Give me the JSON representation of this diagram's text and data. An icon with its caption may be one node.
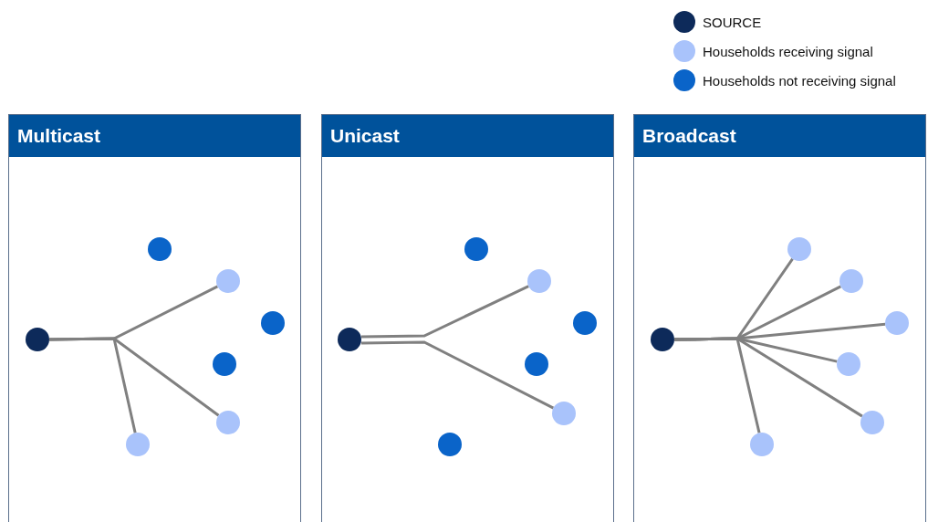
{
  "diagram": {
    "nodes": [
      {
        "text": [
          "Multicast"
        ]
      },
      {
        "text": [],
        "shape": "circle",
        "in": 0
      },
      {
        "text": [],
        "shape": "circle",
        "in": 0
      },
      {
        "text": [],
        "shape": "circle",
        "in": 0
      },
      {
        "text": [],
        "shape": "circle",
        "in": 0
      },
      {
        "text": [],
        "shape": "circle",
        "in": 0
      },
      {
        "text": [],
        "shape": "circle",
        "in": 0
      },
      {
        "text": [],
        "shape": "circle",
        "in": 0
      },
      {
        "text": [
          "Unicast"
        ]
      },
      {
        "text": [],
        "shape": "circle",
        "in": 8
      },
      {
        "text": [],
        "shape": "circle",
        "in": 8
      },
      {
        "text": [],
        "shape": "circle",
        "in": 8
      },
      {
        "text": [],
        "shape": "circle",
        "in": 8
      },
      {
        "text": [],
        "shape": "circle",
        "in": 8
      },
      {
        "text": [],
        "shape": "circle",
        "in": 8
      },
      {
        "text": [],
        "shape": "circle",
        "in": 8
      },
      {
        "text": [
          "Broadcast"
        ]
      },
      {
        "text": [],
        "shape": "circle",
        "in": 16
      },
      {
        "text": [],
        "shape": "circle",
        "in": 16
      },
      {
        "text": [],
        "shape": "circle",
        "in": 16
      },
      {
        "text": [],
        "shape": "circle",
        "in": 16
      },
      {
        "text": [],
        "shape": "circle",
        "in": 16
      },
      {
        "text": [],
        "shape": "circle",
        "in": 16
      },
      {
        "text": [],
        "shape": "circle",
        "in": 16
      }
    ],
    "edges": [
      {
        "from": 1,
        "to": 3,
        "arrow": "none"
      },
      {
        "from": 1,
        "to": 6,
        "arrow": "none"
      },
      {
        "from": 1,
        "to": 7,
        "arrow": "none"
      },
      {
        "from": 9,
        "to": 11,
        "arrow": "none"
      },
      {
        "from": 9,
        "to": 14,
        "arrow": "none"
      },
      {
        "from": 17,
        "to": 18,
        "arrow": "none"
      },
      {
        "from": 17,
        "to": 19,
        "arrow": "none"
      },
      {
        "from": 17,
        "to": 20,
        "arrow": "none"
      },
      {
        "from": 17,
        "to": 21,
        "arrow": "none"
      },
      {
        "from": 17,
        "to": 22,
        "arrow": "none"
      },
      {
        "from": 17,
        "to": 23,
        "arrow": "none"
      }
    ],
    "legend": [
      {
        "text": "SOURCE",
        "color": "#0d2a5a"
      },
      {
        "text": "Households receiving signal",
        "color": "#a9c3fb"
      },
      {
        "text": "Households not receiving signal",
        "color": "#0a64c9"
      }
    ]
  }
}
